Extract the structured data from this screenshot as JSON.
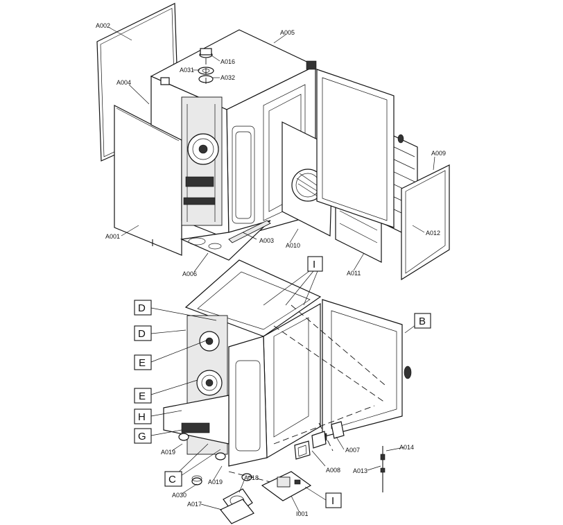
{
  "parts": {
    "A001": "A001",
    "A002": "A002",
    "A003": "A003",
    "A004": "A004",
    "A005": "A005",
    "A006": "A006",
    "A007": "A007",
    "A008": "A008",
    "A009": "A009",
    "A010": "A010",
    "A011": "A011",
    "A012": "A012",
    "A013": "A013",
    "A014": "A014",
    "A016": "A016",
    "A017": "A017",
    "A018": "A018",
    "A019": "A019",
    "A030": "A030",
    "A031": "A031",
    "A032": "A032",
    "I001": "I001"
  },
  "detail_letters": {
    "I": "I",
    "B": "B",
    "D": "D",
    "E": "E",
    "H": "H",
    "G": "G",
    "C": "C"
  }
}
